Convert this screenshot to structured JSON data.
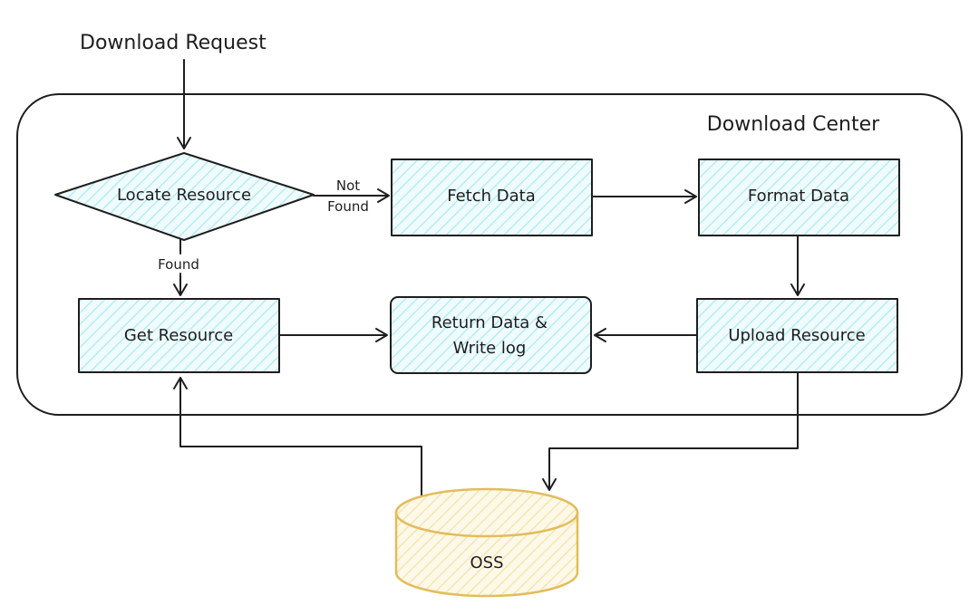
{
  "diagram": {
    "entry_label": "Download Request",
    "container_label": "Download Center",
    "nodes": {
      "locate": "Locate Resource",
      "fetch": "Fetch Data",
      "format": "Format Data",
      "get": "Get Resource",
      "return_line1": "Return Data &",
      "return_line2": "Write log",
      "upload": "Upload Resource",
      "oss": "OSS"
    },
    "edges": {
      "not_found_line1": "Not",
      "not_found_line2": "Found",
      "found": "Found"
    },
    "colors": {
      "ink": "#1e1e1e",
      "box_hatch": "#a5e8f2",
      "box_fill": "#effbfd",
      "db_stroke": "#e2bd5a",
      "db_hatch": "#f3dfa0",
      "db_fill": "#fdf8e8"
    }
  }
}
